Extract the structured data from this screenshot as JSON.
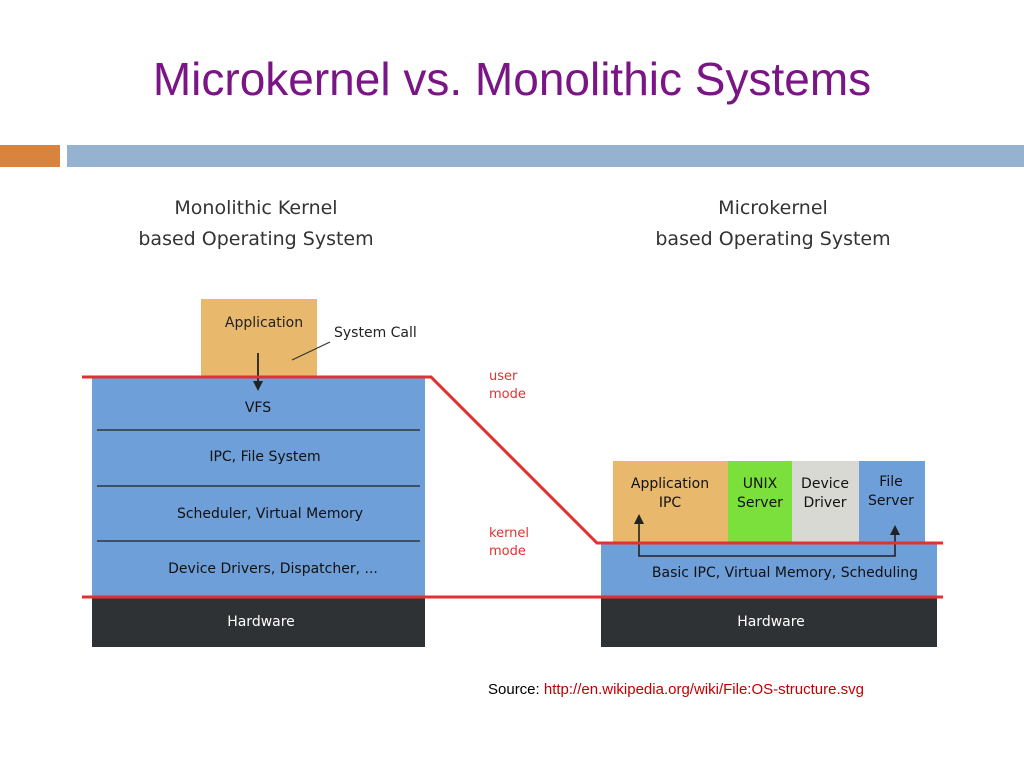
{
  "slide": {
    "title": "Microkernel vs. Monolithic Systems",
    "accent_colors": {
      "title": "#7a1585",
      "orange_bar": "#d8843f",
      "blue_bar": "#95b3d1"
    }
  },
  "monolithic": {
    "heading_line1": "Monolithic Kernel",
    "heading_line2": "based Operating System",
    "application": "Application",
    "system_call": "System Call",
    "layers": [
      "VFS",
      "IPC, File System",
      "Scheduler, Virtual Memory",
      "Device Drivers, Dispatcher, ..."
    ],
    "hardware": "Hardware"
  },
  "microkernel": {
    "heading_line1": "Microkernel",
    "heading_line2": "based Operating System",
    "servers": [
      {
        "line1": "Application",
        "line2": "IPC",
        "color": "#e8b96c"
      },
      {
        "line1": "UNIX",
        "line2": "Server",
        "color": "#7be03c"
      },
      {
        "line1": "Device",
        "line2": "Driver",
        "color": "#d9d9d4"
      },
      {
        "line1": "File",
        "line2": "Server",
        "color": "#6f9fd8"
      }
    ],
    "kernel": "Basic IPC, Virtual Memory, Scheduling",
    "hardware": "Hardware"
  },
  "modes": {
    "user_line1": "user",
    "user_line2": "mode",
    "kernel_line1": "kernel",
    "kernel_line2": "mode"
  },
  "colors": {
    "kernel_blue": "#6f9fd8",
    "application_tan": "#e8b96c",
    "hardware_dark": "#2e3235",
    "mode_line_red": "#e03232"
  },
  "source": {
    "label": "Source:",
    "url": "http://en.wikipedia.org/wiki/File:OS-structure.svg"
  }
}
